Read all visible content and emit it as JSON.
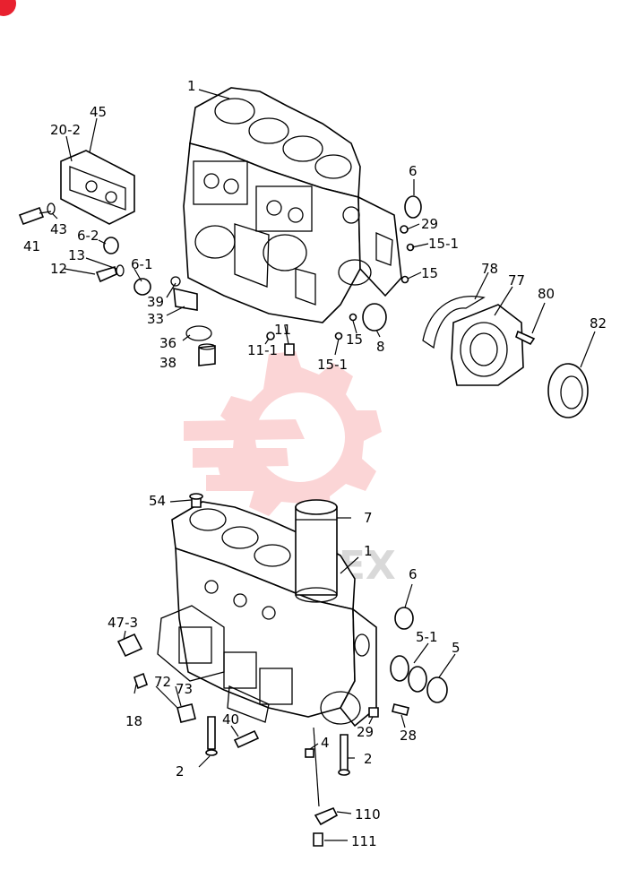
{
  "watermark": {
    "text": "AMTEX",
    "color": "#f0454a"
  },
  "corner_badge_color": "#e8212f",
  "callouts": {
    "l1": "1",
    "l45": "45",
    "l20_2": "20-2",
    "l43": "43",
    "l41": "41",
    "l6_2": "6-2",
    "l13": "13",
    "l12": "12",
    "l6_1": "6-1",
    "l39": "39",
    "l33": "33",
    "l36": "36",
    "l38": "38",
    "l11_1": "11-1",
    "l11": "11",
    "l15_1b": "15-1",
    "l15b": "15",
    "l8": "8",
    "l6": "6",
    "l29": "29",
    "l15_1": "15-1",
    "l15": "15",
    "l78": "78",
    "l77": "77",
    "l80": "80",
    "l82": "82",
    "b54": "54",
    "b7": "7",
    "b1": "1",
    "b6": "6",
    "b47_3": "47-3",
    "b5_1": "5-1",
    "b5": "5",
    "b72": "72",
    "b73": "73",
    "b18": "18",
    "b40": "40",
    "b29": "29",
    "b28": "28",
    "b4": "4",
    "b2l": "2",
    "b2r": "2",
    "b110": "110",
    "b111": "111"
  }
}
